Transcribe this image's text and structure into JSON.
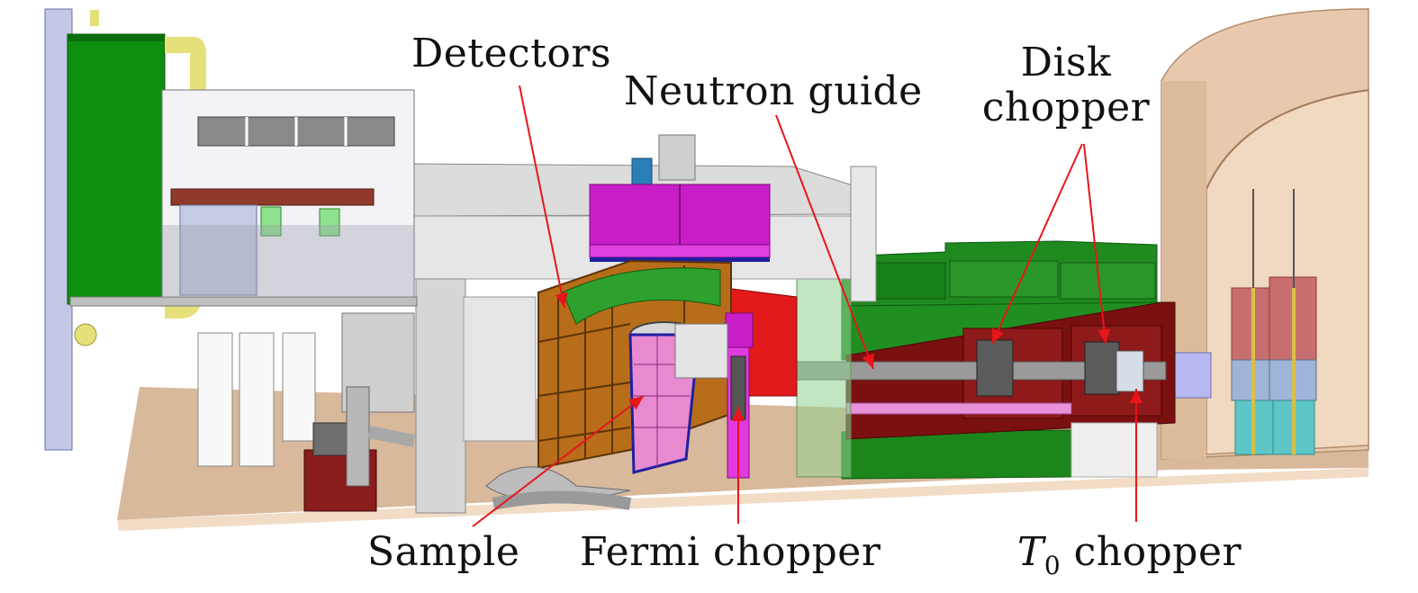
{
  "labels": {
    "detectors": "Detectors",
    "neutron_guide": "Neutron guide",
    "disk_chopper_line1": "Disk",
    "disk_chopper_line2": "chopper",
    "sample": "Sample",
    "fermi_chopper": "Fermi chopper",
    "t0_symbol": "T",
    "t0_subscript": "0",
    "t0_rest": " chopper"
  },
  "colors": {
    "arrow": "#e8151b",
    "floor": "#d9b99b",
    "floor_edge": "#b89575",
    "shield_green": "#1f8a1f",
    "left_green": "#0f8f0f",
    "magenta": "#c81ec8",
    "orange_detector": "#b86d1a",
    "sample_pink": "#e78ad0",
    "dark_red": "#7a1010",
    "wall_tan": "#e8c9ad",
    "gray": "#c4c4c4",
    "pipe_yellow": "#e6e07a"
  }
}
